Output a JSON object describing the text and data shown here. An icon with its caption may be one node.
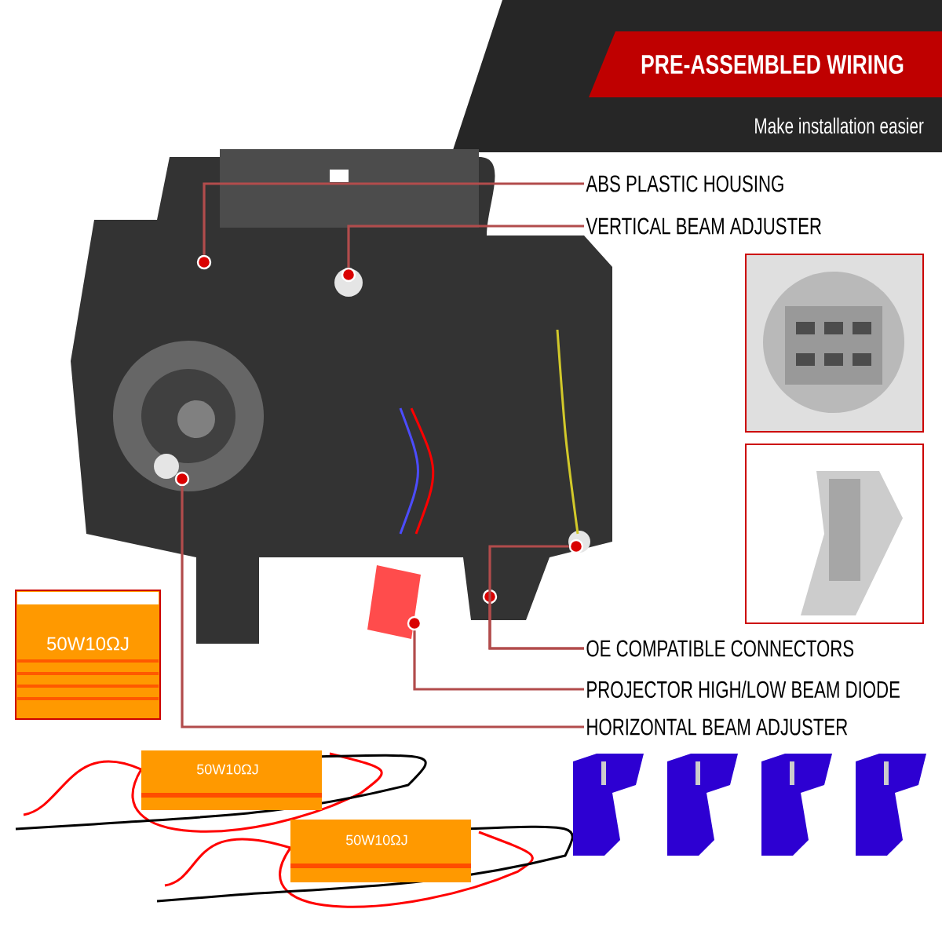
{
  "diagram": {
    "title": "PRE-ASSEMBLED WIRING",
    "nodes": [
      {
        "text": [
          "ABS PLASTIC HOUSING"
        ]
      },
      {
        "text": [
          "VERTICAL BEAM ADJUSTER"
        ]
      },
      {
        "text": [
          "OE COMPATIBLE CONNECTORS"
        ]
      },
      {
        "text": [
          "PROJECTOR HIGH/LOW BEAM DIODE"
        ]
      },
      {
        "text": [
          "HORIZONTAL BEAM ADJUSTER"
        ]
      },
      {
        "text": [],
        "shape": "circle"
      },
      {
        "text": [],
        "shape": "circle"
      },
      {
        "text": [],
        "shape": "circle"
      },
      {
        "text": [],
        "shape": "circle"
      },
      {
        "text": [],
        "shape": "circle"
      },
      {
        "text": [],
        "shape": "circle"
      }
    ],
    "edges": [
      {
        "from": 0,
        "to": 5,
        "arrow": "none"
      },
      {
        "from": 1,
        "to": 6,
        "arrow": "none"
      },
      {
        "from": 2,
        "to": 7,
        "arrow": "none"
      },
      {
        "from": 2,
        "to": 8,
        "arrow": "none"
      },
      {
        "from": 3,
        "to": 9,
        "arrow": "none"
      },
      {
        "from": 4,
        "to": 10,
        "arrow": "none"
      }
    ],
    "labels": [
      "Make installation easier",
      "50W10ΩJ",
      "50W10ΩJ",
      "50W10ΩJ"
    ]
  }
}
